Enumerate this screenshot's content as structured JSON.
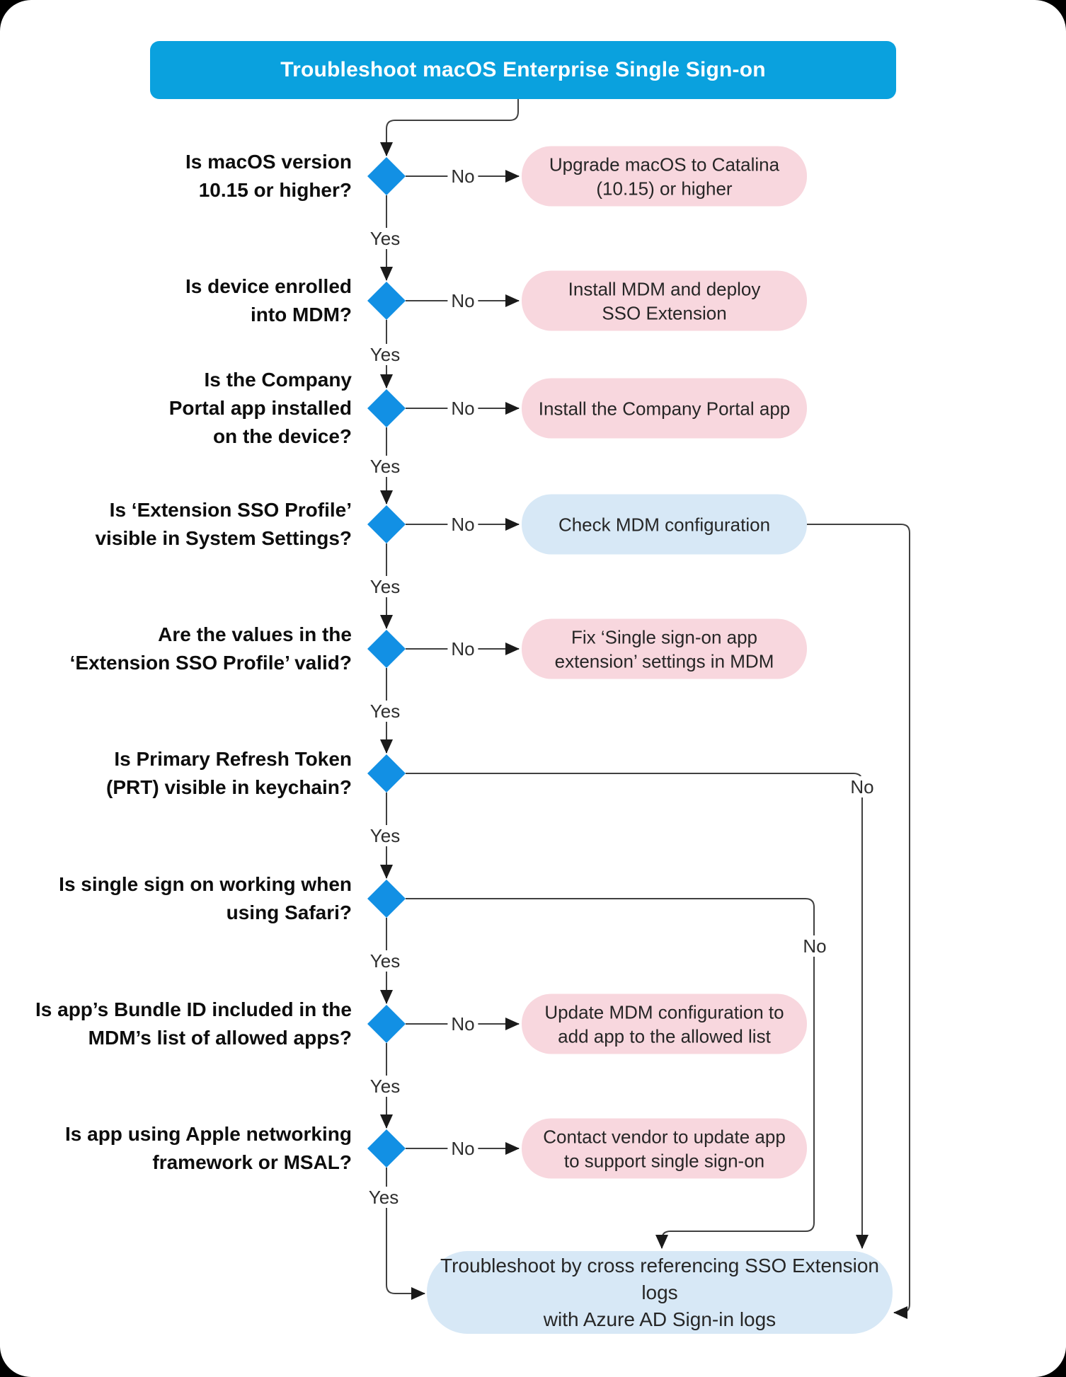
{
  "colors": {
    "title_bg": "#0aa1de",
    "diamond": "#1290e4",
    "action_pink": "#f8d7de",
    "action_blue": "#d7e8f6",
    "line": "#404040"
  },
  "title": "Troubleshoot macOS Enterprise Single Sign-on",
  "labels": {
    "yes": "Yes",
    "no": "No"
  },
  "steps": [
    {
      "question": "Is macOS version\n10.15 or higher?",
      "no_action": "Upgrade macOS to Catalina\n(10.15) or higher",
      "no_action_style": "pink"
    },
    {
      "question": "Is device enrolled\ninto MDM?",
      "no_action": "Install MDM and deploy\nSSO Extension",
      "no_action_style": "pink"
    },
    {
      "question": "Is the Company\nPortal app installed\non the device?",
      "no_action": "Install the Company Portal app",
      "no_action_style": "pink"
    },
    {
      "question": "Is ‘Extension SSO Profile’\nvisible in System Settings?",
      "no_action": "Check MDM configuration",
      "no_action_style": "blue"
    },
    {
      "question": "Are the values in the\n‘Extension SSO Profile’ valid?",
      "no_action": "Fix ‘Single sign-on app\nextension’ settings in MDM",
      "no_action_style": "pink"
    },
    {
      "question": "Is Primary Refresh Token\n(PRT) visible in keychain?",
      "no_action": null,
      "no_action_style": null
    },
    {
      "question": "Is single sign on working when\nusing Safari?",
      "no_action": null,
      "no_action_style": null
    },
    {
      "question": "Is app’s Bundle ID included in the\nMDM’s list of allowed apps?",
      "no_action": "Update MDM configuration to\nadd app to the allowed list",
      "no_action_style": "pink"
    },
    {
      "question": "Is app using Apple networking\nframework or MSAL?",
      "no_action": "Contact vendor to update app\nto support single sign-on",
      "no_action_style": "pink"
    }
  ],
  "final": "Troubleshoot by cross referencing SSO Extension logs\nwith Azure AD Sign-in logs"
}
